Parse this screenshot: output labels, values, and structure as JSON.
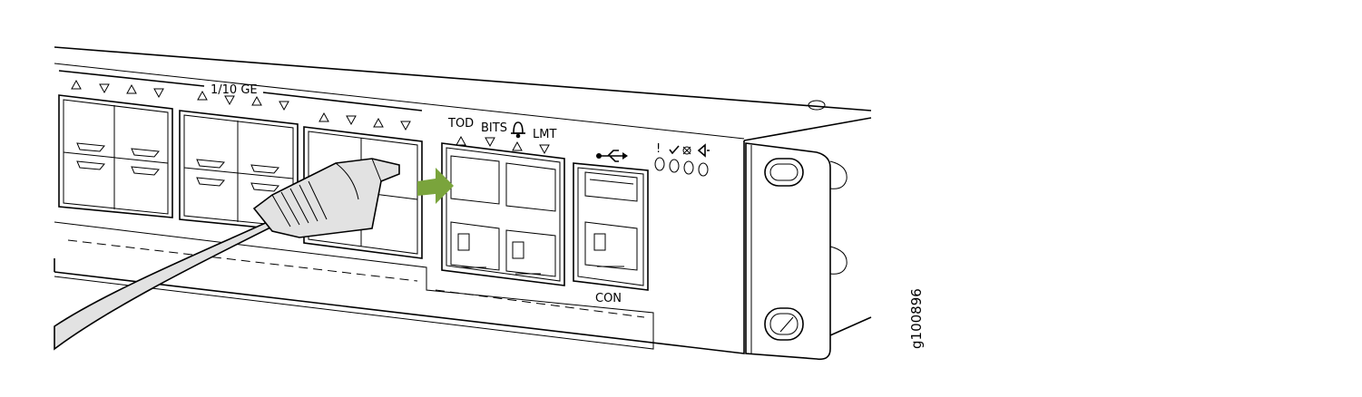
{
  "figure": {
    "id_label": "g100896",
    "port_group_label": "1/10 GE",
    "timing_ports": {
      "tod_label": "TOD",
      "bits_label": "BITS",
      "alarm_icon": "bell-icon",
      "lmt_label": "LMT"
    },
    "usb_icon": "usb-icon",
    "console_label": "CON",
    "status_leds": {
      "alarm_symbol": "!",
      "status_icon": "check-icon",
      "fan_icon": "fan-icon",
      "beacon_icon": "beacon-icon"
    },
    "colors": {
      "arrow": "#7aa43c",
      "cable": "#e2e2e2",
      "line": "#000000"
    }
  }
}
